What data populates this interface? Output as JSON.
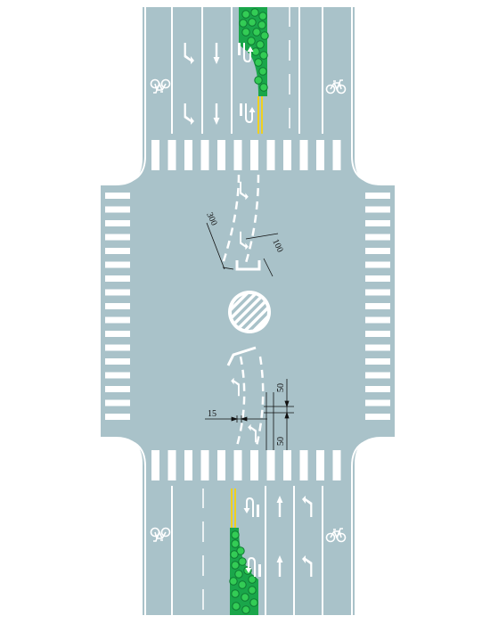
{
  "colors": {
    "background": "#ffffff",
    "road": "#a9c2c9",
    "marking": "#ffffff",
    "median_green": "#1aa64a",
    "tree": "#33cc55",
    "tree_dark": "#0f7a33",
    "yellow_line": "#f0d020",
    "dimension_line": "#111111"
  },
  "icons": [
    "bicycle-icon",
    "lane-arrow-icon",
    "tree-icon",
    "no-stopping-zone-icon"
  ],
  "dimensions": {
    "d300": "300",
    "d100": "100",
    "d50_top": "50",
    "d50_bottom": "50",
    "d15": "15"
  }
}
